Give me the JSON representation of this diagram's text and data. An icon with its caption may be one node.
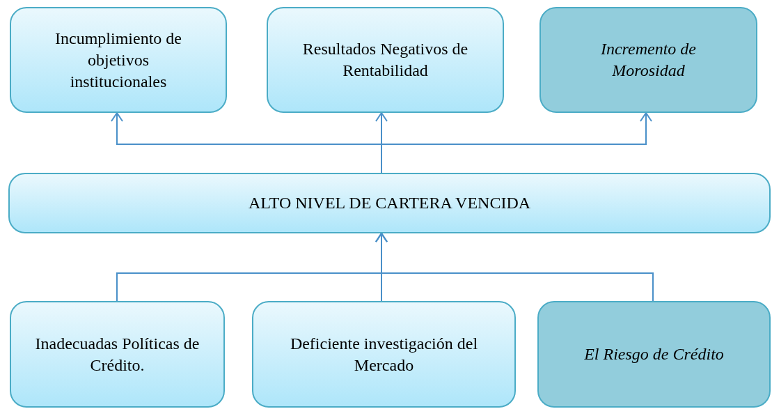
{
  "diagram": {
    "nodes": [
      {
        "text": [
          "Incumplimiento de objetivos institucionales"
        ]
      },
      {
        "text": [
          "Resultados Negativos de Rentabilidad"
        ]
      },
      {
        "text": [
          "Incremento de Morosidad"
        ]
      },
      {
        "text": [
          "ALTO NIVEL DE CARTERA VENCIDA"
        ]
      },
      {
        "text": [
          "Inadecuadas Políticas de Crédito."
        ]
      },
      {
        "text": [
          "Deficiente investigación del Mercado"
        ]
      },
      {
        "text": [
          "El Riesgo de Crédito"
        ]
      }
    ],
    "edges": [
      {
        "from": 3,
        "to": 0,
        "arrow": "to"
      },
      {
        "from": 3,
        "to": 1,
        "arrow": "to"
      },
      {
        "from": 3,
        "to": 2,
        "arrow": "to"
      },
      {
        "from": 4,
        "to": 3,
        "arrow": "to"
      },
      {
        "from": 5,
        "to": 3,
        "arrow": "to"
      },
      {
        "from": 6,
        "to": 3,
        "arrow": "to"
      }
    ]
  }
}
